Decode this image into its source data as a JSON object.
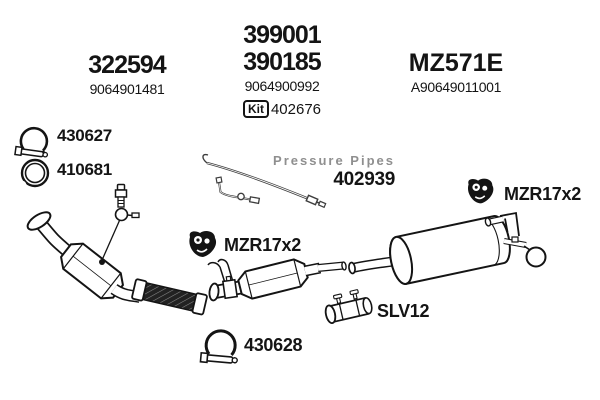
{
  "diagram": {
    "header": {
      "left": {
        "part_number": "322594",
        "oem_number": "9064901481"
      },
      "center": {
        "part_numbers": [
          "399001",
          "390185"
        ],
        "oem_number": "9064900992",
        "kit": {
          "badge": "Kit",
          "number": "402676"
        }
      },
      "right": {
        "part_number": "MZ571E",
        "oem_number": "A90649011001"
      }
    },
    "parts": {
      "clamp_front": {
        "number": "430627"
      },
      "gasket": {
        "number": "410681"
      },
      "pressure_pipes": {
        "caption": "Pressure Pipes",
        "number": "402939"
      },
      "hanger_center": {
        "number": "MZR17x2"
      },
      "hanger_rear": {
        "number": "MZR17x2"
      },
      "sleeve": {
        "number": "SLV12"
      },
      "clamp_rear": {
        "number": "430628"
      }
    },
    "colors": {
      "ink": "#141414",
      "muted_text": "#8f8f8f",
      "background": "#ffffff"
    }
  }
}
